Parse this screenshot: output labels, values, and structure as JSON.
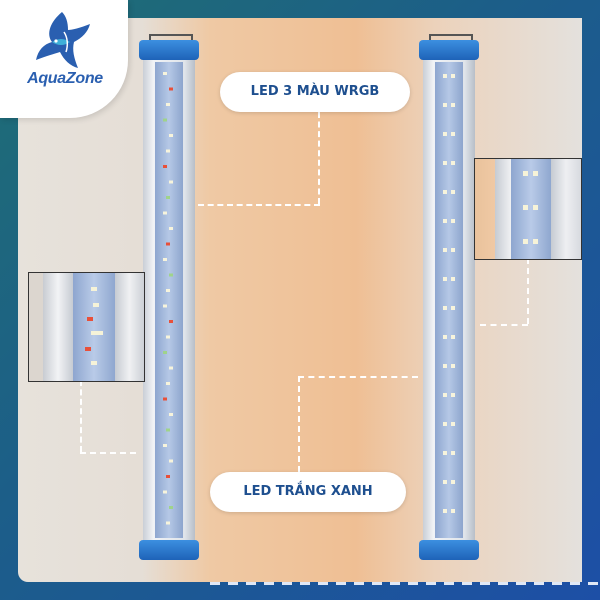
{
  "brand": {
    "name": "AquaZone",
    "icon": "angelfish-logo-icon",
    "color": "#2a5fb0"
  },
  "labels": {
    "top": "LED 3 MÀU WRGB",
    "bottom": "LED TRẮNG XANH"
  },
  "colors": {
    "frame_start": "#1f6e74",
    "frame_end": "#1d4fa6",
    "label_text": "#1e4f8f",
    "lamp_cap": "#1e63b8"
  }
}
